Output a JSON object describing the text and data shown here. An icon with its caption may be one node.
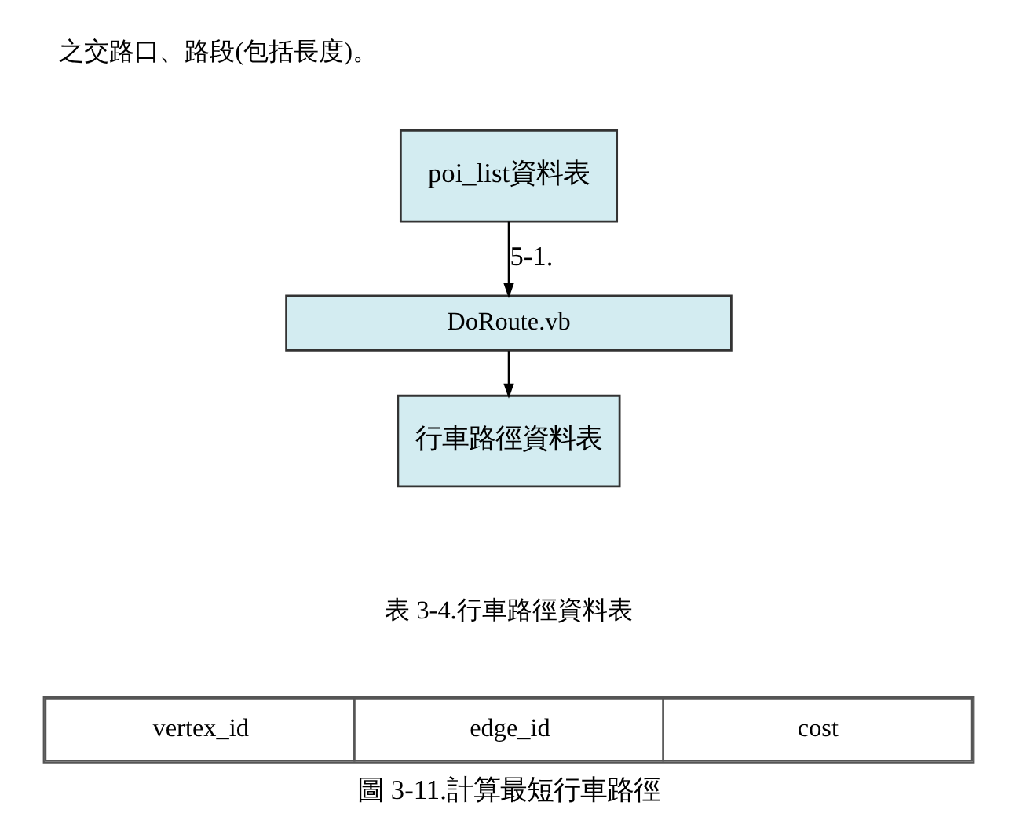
{
  "diagram": {
    "caption": "圖 3-11.計算最短行車路徑",
    "nodes": [
      {
        "text": [
          "poi_list資料表"
        ]
      },
      {
        "text": [
          "DoRoute.vb"
        ]
      },
      {
        "text": [
          "行車路徑資料表"
        ]
      }
    ],
    "edges": [
      {
        "from": 0,
        "to": 1,
        "arrow": "to",
        "label": "5-1."
      },
      {
        "from": 1,
        "to": 2,
        "arrow": "to"
      }
    ],
    "labels": [
      "之交路口、路段(包括長度)。",
      "表 3-4.行車路徑資料表",
      "vertex_id",
      "edge_id",
      "cost"
    ]
  }
}
